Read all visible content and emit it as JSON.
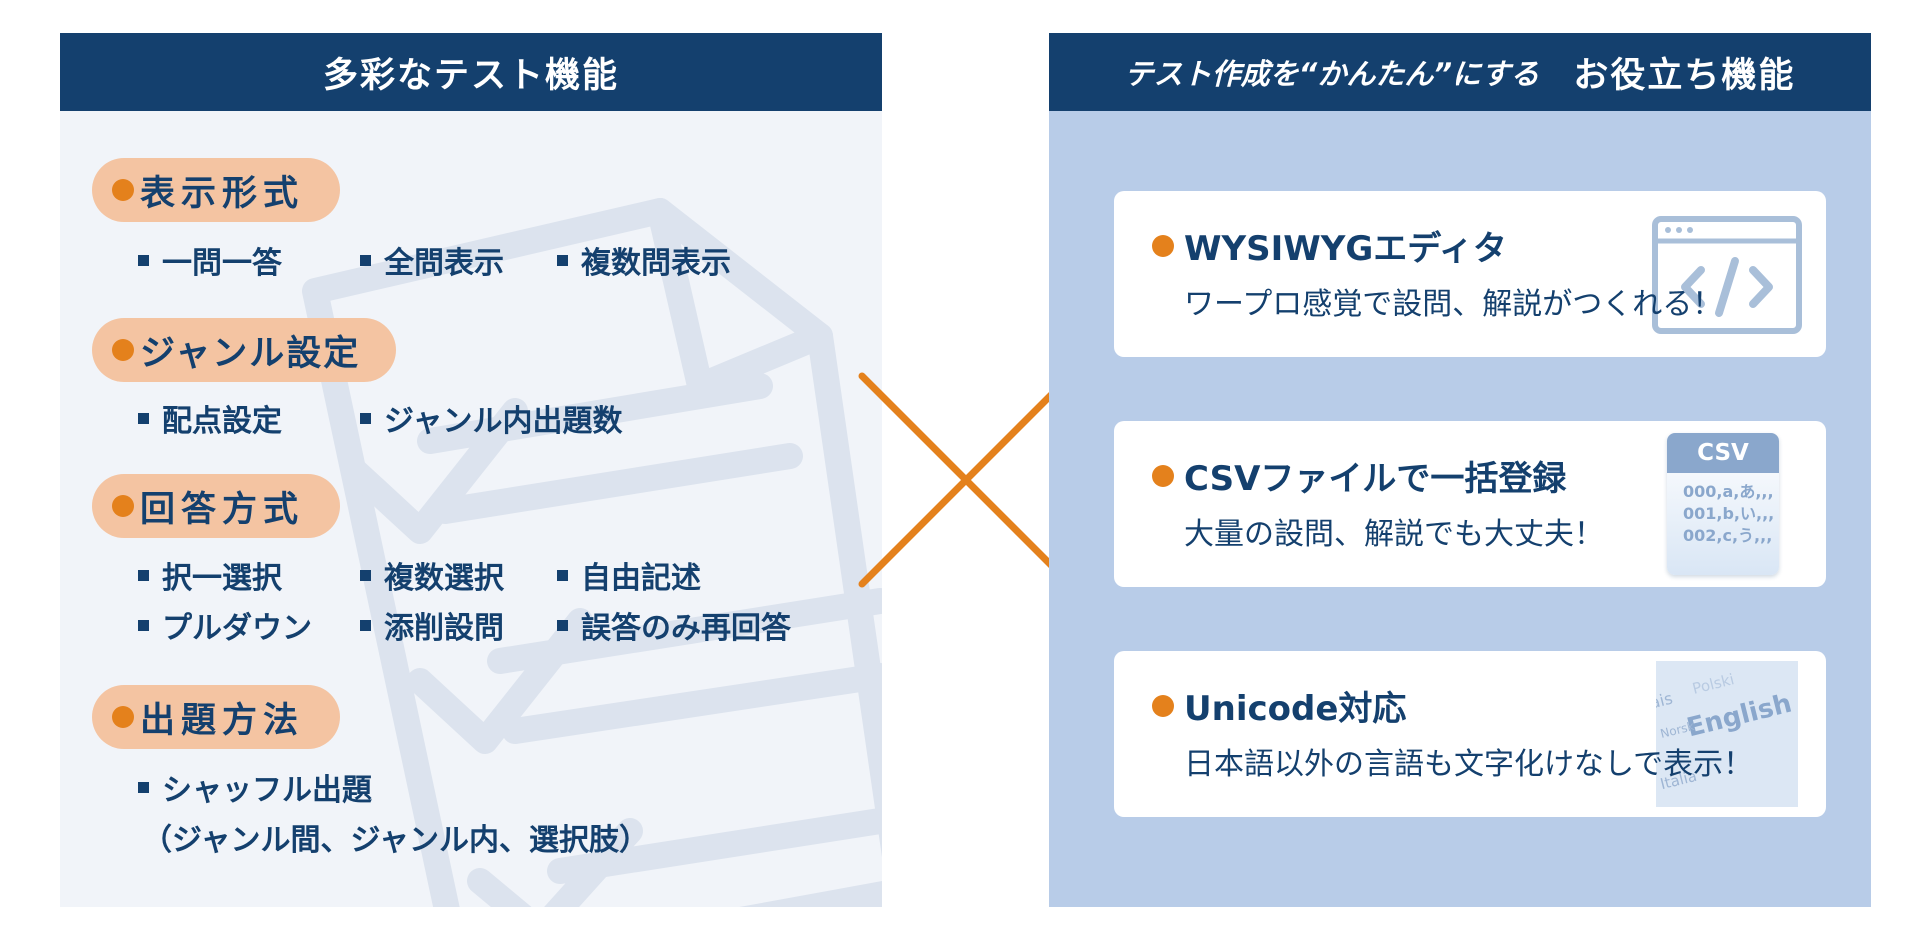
{
  "left_panel": {
    "title": "多彩なテスト機能",
    "sections": [
      {
        "heading": "表示形式",
        "rows": [
          [
            "一問一答",
            "全問表示",
            "複数問表示"
          ]
        ]
      },
      {
        "heading": "ジャンル設定",
        "rows": [
          [
            "配点設定",
            "ジャンル内出題数"
          ]
        ]
      },
      {
        "heading": "回答方式",
        "rows": [
          [
            "択一選択",
            "複数選択",
            "自由記述"
          ],
          [
            "プルダウン",
            "添削設問",
            "誤答のみ再回答"
          ]
        ]
      },
      {
        "heading": "出題方法",
        "rows": [
          [
            "シャッフル出題"
          ]
        ],
        "note": "（ジャンル間、ジャンル内、選択肢）"
      }
    ]
  },
  "right_panel": {
    "title_sub": "テスト作成を“かんたん”にする",
    "title_main": "お役立ち機能",
    "features": [
      {
        "title": "WYSIWYGエディタ",
        "desc": "ワープロ感覚で設問、解説がつくれる！",
        "icon": "browser-code-icon"
      },
      {
        "title": "CSVファイルで一括登録",
        "desc": "大量の設問、解説でも大丈夫！",
        "icon": "csv-file-icon",
        "icon_label": "CSV",
        "icon_lines": [
          "000,a,あ,,,",
          "001,b,い,,,",
          "002,c,う,,,"
        ]
      },
      {
        "title": "Unicode対応",
        "desc": "日本語以外の言語も文字化けなしで表示！",
        "icon": "languages-icon",
        "icon_words": [
          "English",
          "Polski",
          "Norsk",
          "Italia",
          "ais"
        ]
      }
    ]
  },
  "colors": {
    "navy": "#14406e",
    "orange": "#e4811c",
    "pill": "#f4c4a2",
    "left_bg": "#f1f4f9",
    "right_bg": "#b8cce8"
  }
}
